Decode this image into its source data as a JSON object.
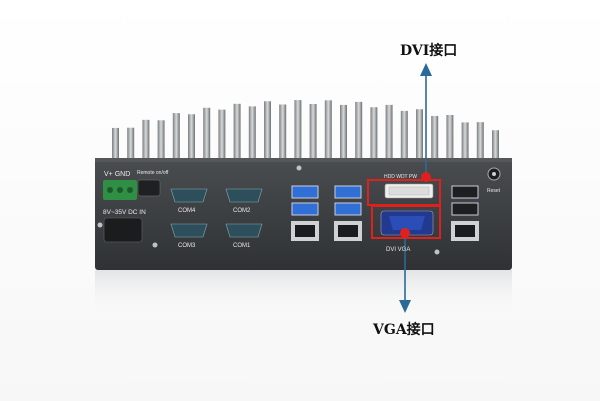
{
  "callouts": {
    "dvi": "DVI接口",
    "vga": "VGA接口"
  },
  "device_labels": {
    "power_terminal": "V+ GND",
    "remote": "Remote on/off",
    "dc_in": "8V~35V DC IN",
    "com1": "COM1",
    "com2": "COM2",
    "com3": "COM3",
    "com4": "COM4",
    "hdd_pwr": "HDD WDT PW",
    "dvi_vga": "DVI  VGA",
    "reset": "Reset"
  },
  "colors": {
    "arrow": "#2b6a98",
    "highlight": "#e0201c",
    "chassis": "#3d4043",
    "usb_blue": "#2f6fd6"
  },
  "icons": [
    "usb-icon",
    "lan-icon",
    "power-icon"
  ]
}
